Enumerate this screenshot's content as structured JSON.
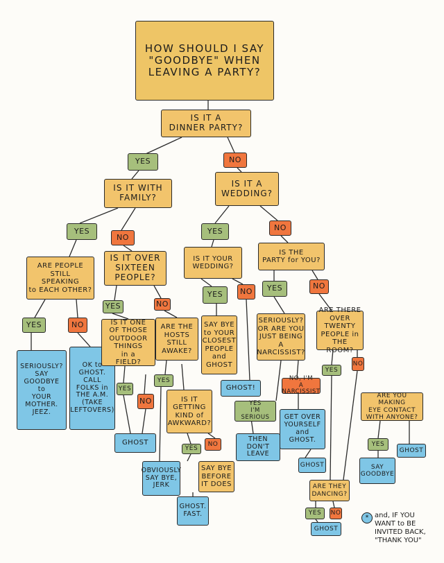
{
  "nodes": {
    "title": "HOW SHOULD I SAY\n\"GOODBYE\" WHEN\nLEAVING A PARTY?",
    "q_dinner": "IS IT A\nDINNER PARTY?",
    "yes_1": "YES",
    "no_1": "NO",
    "q_family": "IS IT WITH\nFAMILY?",
    "q_wedding": "IS IT A\nWEDDING?",
    "yes_2": "YES",
    "no_2": "NO",
    "yes_3": "YES",
    "no_3": "NO",
    "q_speaking": "ARE PEOPLE\nSTILL\nSPEAKING\nto EACH OTHER?",
    "q_sixteen": "IS IT OVER\nSIXTEEN\nPEOPLE?",
    "q_your_wedding": "IS IT YOUR\nWEDDING?",
    "q_for_you": "IS THE\nPARTY for YOU?",
    "yes_4": "YES",
    "no_4": "NO",
    "yes_5": "YES",
    "no_5": "NO",
    "yes_6": "YES",
    "no_6": "NO",
    "yes_7": "YES",
    "no_7": "NO",
    "out_seriously_mother": "SERIOUSLY?\nSAY\nGOODBYE\nto\nYOUR\nMOTHER.\nJEEZ.",
    "out_ghost_call": "OK to\nGHOST.\nCALL\nFOLKS in\nTHE A.M.\n(TAKE\nLEFTOVERS)",
    "q_outdoor": "IS IT ONE\nOF THOSE\nOUTDOOR\nTHINGS\nin a\nFIELD?",
    "q_hosts_awake": "ARE THE\nHOSTS\nSTILL\nAWAKE?",
    "out_say_bye_closest": "SAY BYE\nto YOUR\nCLOSEST\nPEOPLE\nand\nGHOST",
    "q_narcissist": "SERIOUSLY?\nOR ARE YOU\nJUST BEING\nA NARCISSIST?",
    "q_over_twenty": "ARE THERE\nOVER TWENTY\nPEOPLE in\nTHE ROOM?",
    "out_ghost_wedding": "GHOST!",
    "yes_8": "YES",
    "no_8": "NO",
    "yes_9": "YES",
    "yes_serious": "YES\nI'M SERIOUS",
    "no_narcissist": "NO, I'M\nA NARCISSIST",
    "yes_10": "YES",
    "no_10": "NO",
    "out_ghost_outdoor": "GHOST",
    "q_awkward": "IS IT\nGETTING\nKIND of\nAWKWARD?",
    "out_dont_leave": "THEN\nDON'T\nLEAVE",
    "out_get_over": "GET OVER\nYOURSELF\nand\nGHOST.",
    "q_eye_contact": "ARE YOU MAKING\nEYE CONTACT\nWITH ANYONE?",
    "yes_11": "YES",
    "no_11": "NO",
    "yes_12": "YES",
    "out_obviously": "OBVIOUSLY\nSAY BYE,\nJERK",
    "out_say_bye_before": "SAY BYE\nBEFORE\nIT DOES",
    "out_ghost_narcissist": "GHOST",
    "out_say_goodbye": "SAY\nGOODBYE",
    "out_ghost_eye": "GHOST",
    "out_ghost_fast": "GHOST.\nFAST.",
    "q_dancing": "ARE THEY\nDANCING?",
    "yes_13": "YES",
    "no_13": "NO",
    "out_ghost_dancing": "GHOST"
  },
  "footnote": {
    "star": "*",
    "text": "and, IF YOU\nWANT to BE\nINVITED BACK,\n\"THANK YOU\""
  }
}
